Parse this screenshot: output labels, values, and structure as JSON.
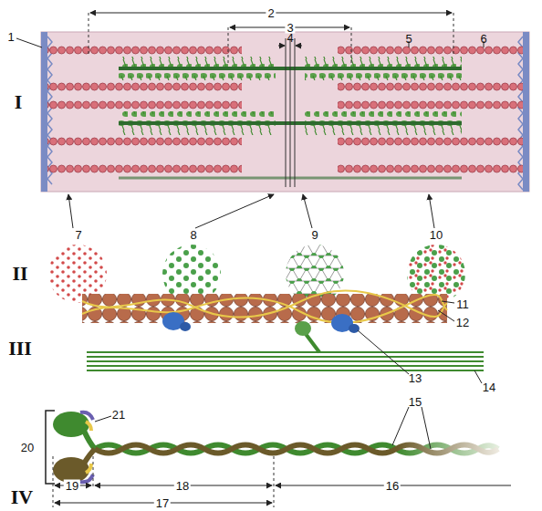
{
  "diagram": {
    "labels": [
      "I",
      "1",
      "2",
      "3",
      "4",
      "5",
      "6",
      "II",
      "7",
      "8",
      "9",
      "10",
      "III",
      "11",
      "12",
      "13",
      "14",
      "IV",
      "15",
      "16",
      "17",
      "18",
      "19",
      "20",
      "21"
    ]
  }
}
